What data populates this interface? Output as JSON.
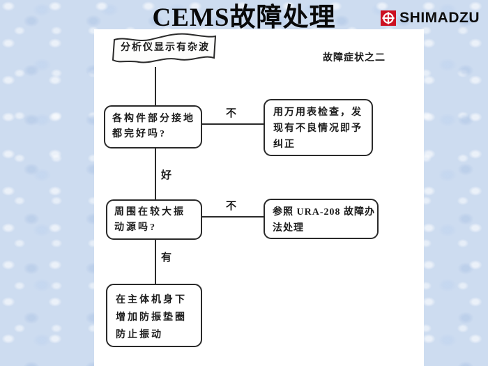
{
  "title": "CEMS故障处理",
  "logo": {
    "text": "SHIMADZU",
    "mark_icon": "circle-plus",
    "mark_color": "#cc1021"
  },
  "caption": "故障症状之二",
  "flow": {
    "start": "分析仪显示有杂波",
    "q1": "各构件部分接地\n都完好吗?",
    "q1_no": "不",
    "q1_ok": "好",
    "a1": "用万用表检查，发\n现有不良情况即予\n纠正",
    "q2": "周围在较大振\n动源吗?",
    "q2_no": "不",
    "q2_yes": "有",
    "a2": "参照 URA-208 故障办\n法处理",
    "end": "在主体机身下\n增加防振垫圈\n防止振动"
  },
  "colors": {
    "slide_bg": "#cddcf0",
    "panel_bg": "#ffffff",
    "ink": "#1c1c1c",
    "accent_red": "#cc1021"
  }
}
